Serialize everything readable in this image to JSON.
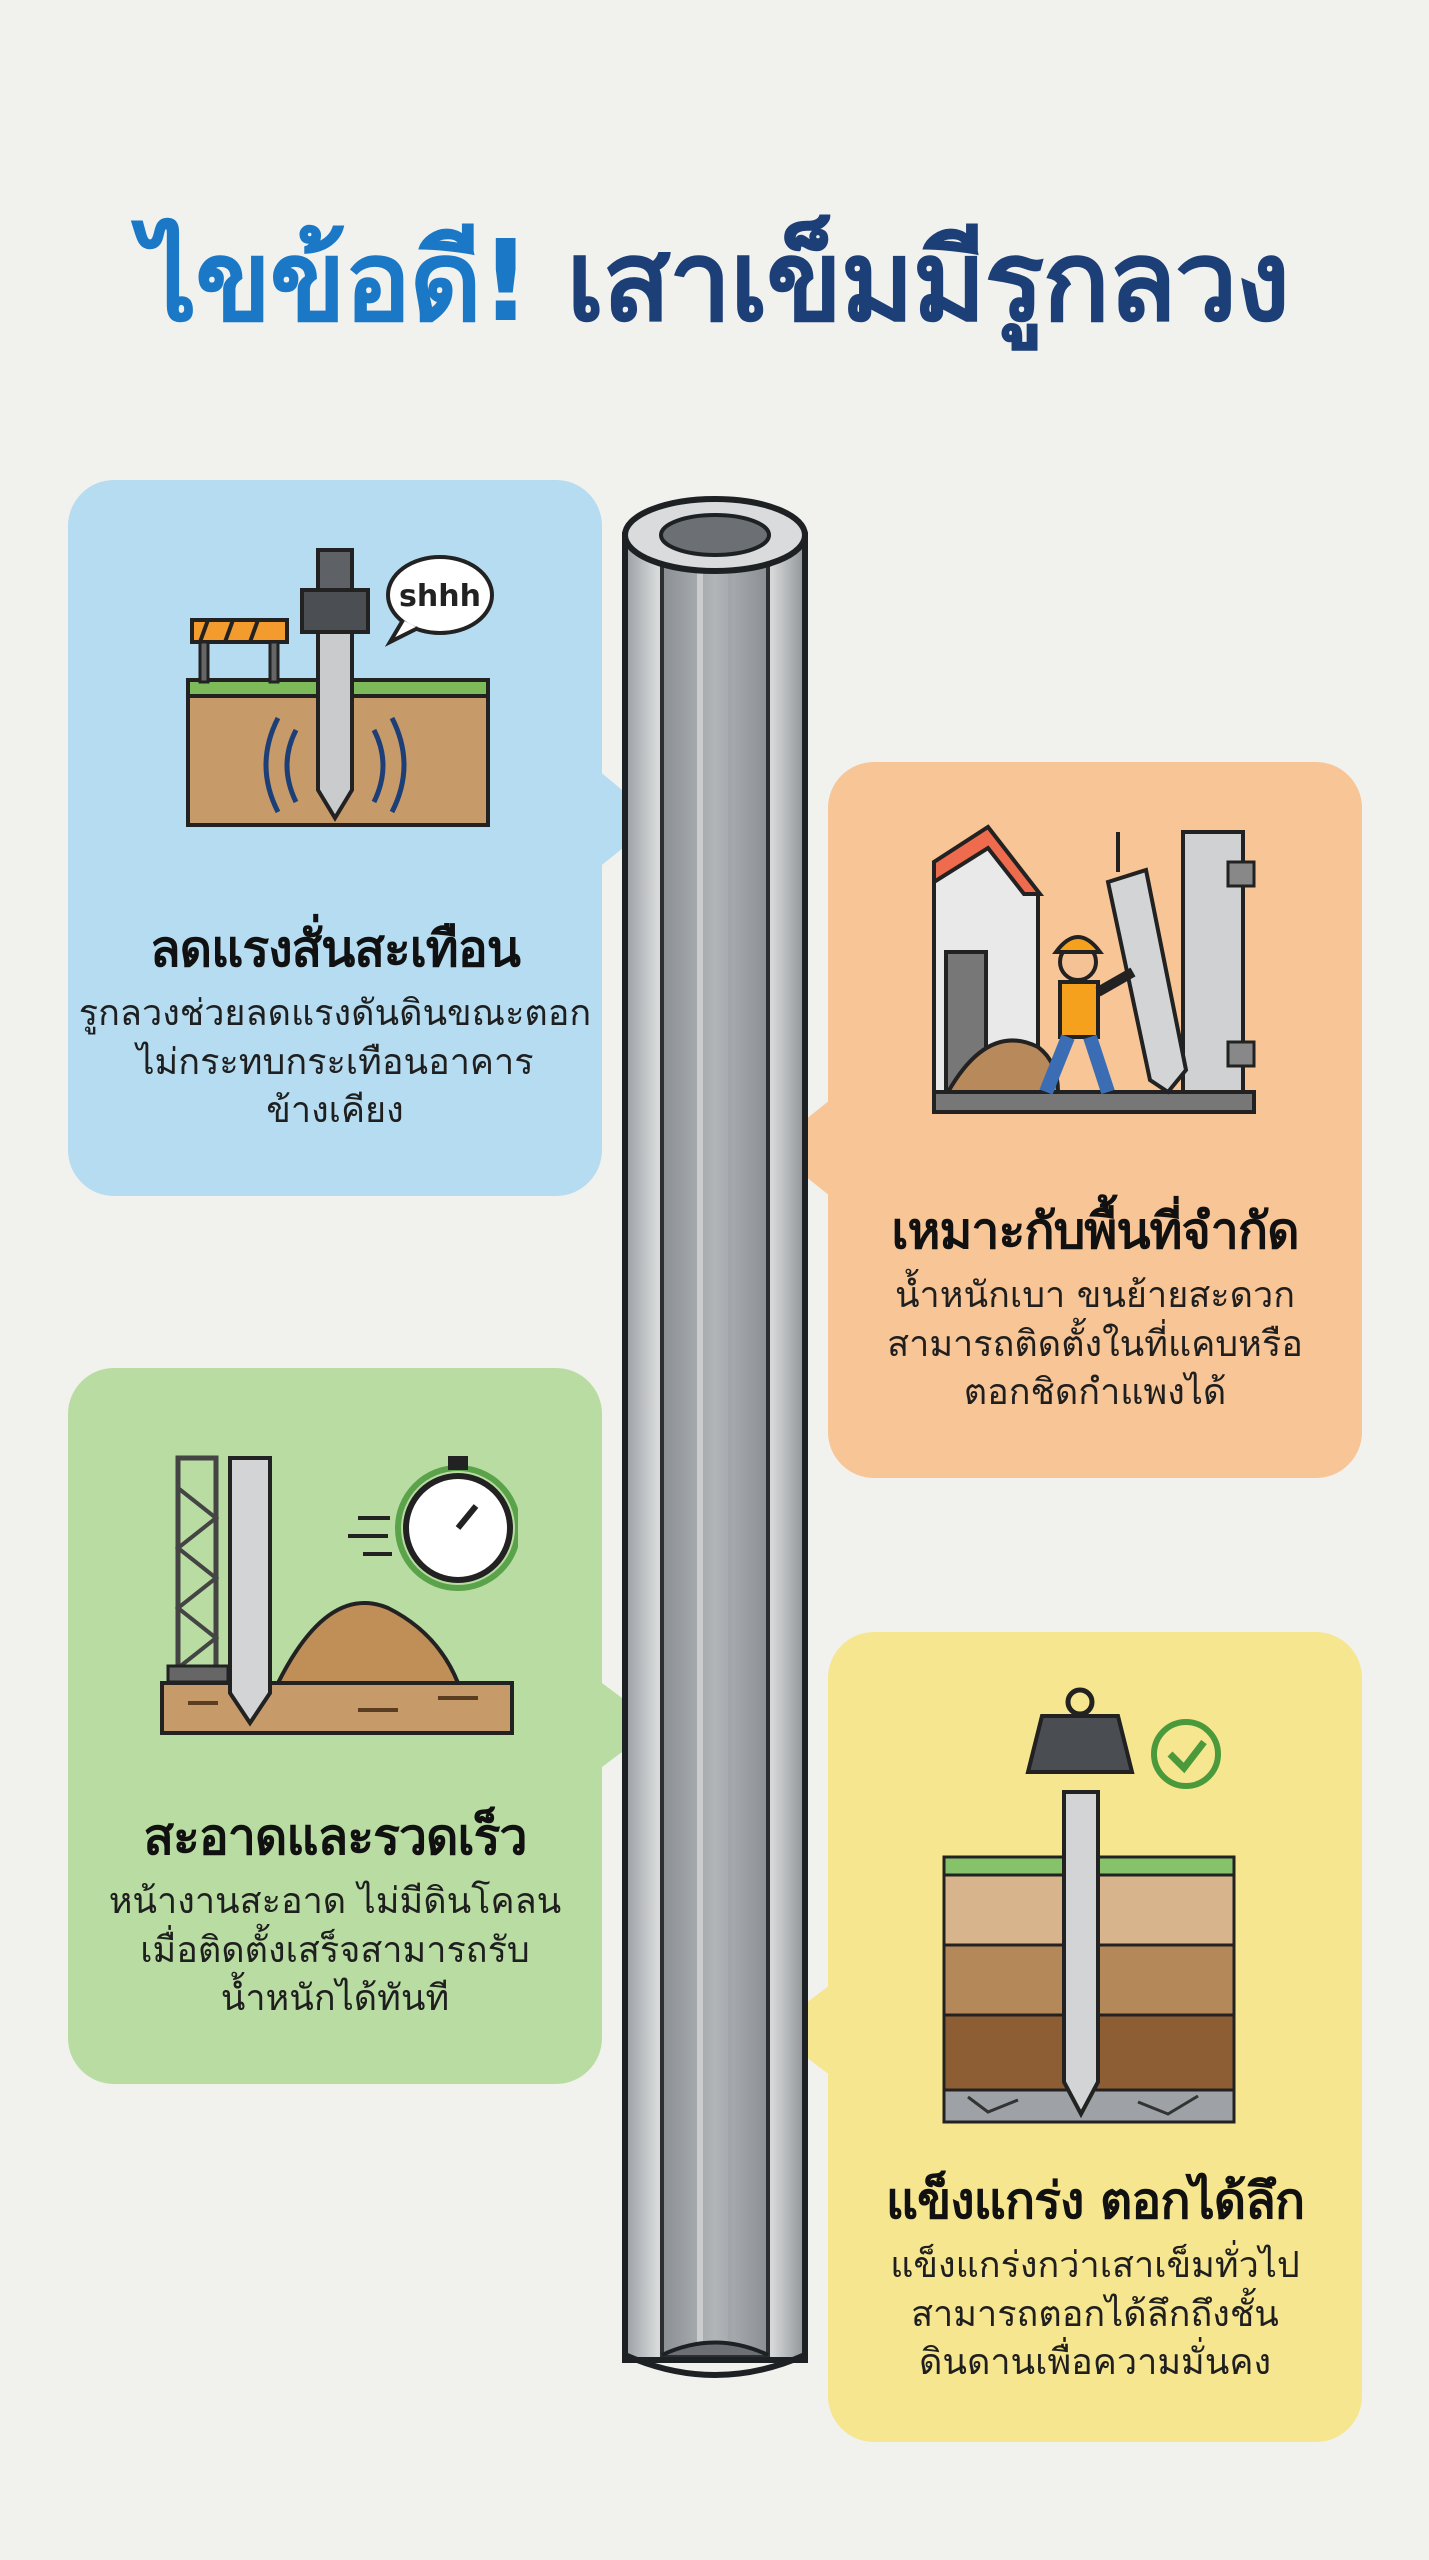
{
  "title": {
    "part1": "ไขข้อดี!",
    "part2": "เสาเข็มมีรูกลวง"
  },
  "colors": {
    "title_accent": "#1a78c6",
    "title_dark": "#1d3f77",
    "card_blue": "#b5dcf0",
    "card_orange": "#f7c596",
    "card_green": "#b8dca1",
    "card_yellow": "#f6e68f"
  },
  "cards": [
    {
      "title": "ลดแรงสั่นสะเทือน",
      "lines": [
        "รูกลวงช่วยลดแรงดันดินขณะตอก",
        "ไม่กระทบกระเทือนอาคาร",
        "ข้างเคียง"
      ],
      "bubble": "shhh",
      "icon": "quiet-pile-driving-icon"
    },
    {
      "title": "เหมาะกับพื้นที่จำกัด",
      "lines": [
        "น้ำหนักเบา ขนย้ายสะดวก",
        "สามารถติดตั้งในที่แคบหรือ",
        "ตอกชิดกำแพงได้"
      ],
      "icon": "worker-carrying-pile-icon"
    },
    {
      "title": "สะอาดและรวดเร็ว",
      "lines": [
        "หน้างานสะอาด ไม่มีดินโคลน",
        "เมื่อติดตั้งเสร็จสามารถรับ",
        "น้ำหนักได้ทันที"
      ],
      "icon": "fast-clean-install-icon"
    },
    {
      "title": "แข็งแกร่ง ตอกได้ลึก",
      "lines": [
        "แข็งแกร่งกว่าเสาเข็มทั่วไป",
        "สามารถตอกได้ลึกถึงชั้น",
        "ดินดานเพื่อความมั่นคง"
      ],
      "icon": "deep-strong-pile-icon"
    }
  ]
}
